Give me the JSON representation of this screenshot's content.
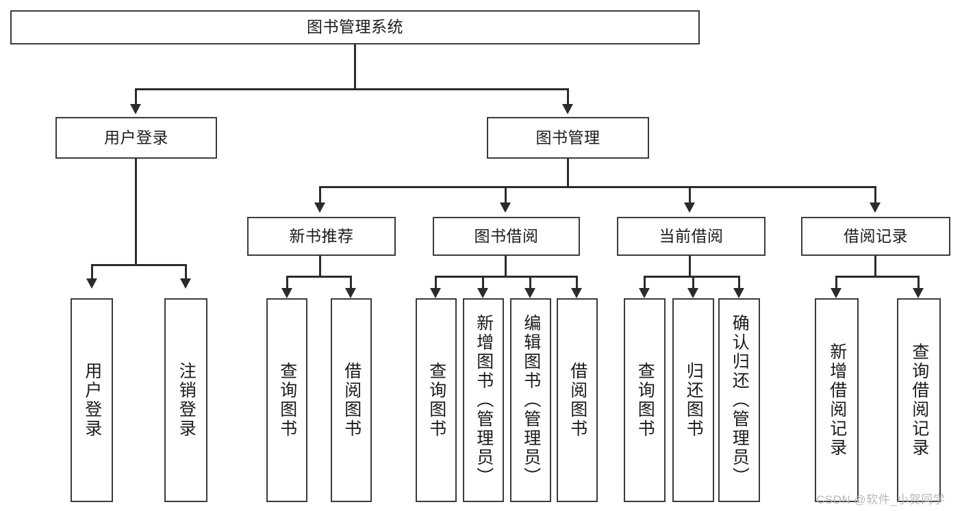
{
  "diagram": {
    "title": "图书管理系统",
    "type": "hierarchy-tree",
    "root": {
      "label": "图书管理系统"
    },
    "level2": [
      {
        "label": "用户登录"
      },
      {
        "label": "图书管理"
      }
    ],
    "level3": [
      {
        "label": "新书推荐"
      },
      {
        "label": "图书借阅"
      },
      {
        "label": "当前借阅"
      },
      {
        "label": "借阅记录"
      }
    ],
    "leaves": {
      "user_login": [
        {
          "label": "用户登录"
        },
        {
          "label": "注销登录"
        }
      ],
      "new_book_recommend": [
        {
          "label": "查询图书"
        },
        {
          "label": "借阅图书"
        }
      ],
      "book_borrow": [
        {
          "label": "查询图书"
        },
        {
          "label": "新增图书（管理员）"
        },
        {
          "label": "编辑图书（管理员）"
        },
        {
          "label": "借阅图书"
        }
      ],
      "current_borrow": [
        {
          "label": "查询图书"
        },
        {
          "label": "归还图书"
        },
        {
          "label": "确认归还（管理员）"
        }
      ],
      "borrow_records": [
        {
          "label": "新增借阅记录"
        },
        {
          "label": "查询借阅记录"
        }
      ]
    }
  },
  "watermark": {
    "text": "CSDN @软件_小贺同学"
  },
  "colors": {
    "box_border": "#3a3a3a",
    "line": "#2b2b2b",
    "text": "#1b1b1b",
    "background": "#ffffff",
    "watermark": "#b9b9b9"
  }
}
